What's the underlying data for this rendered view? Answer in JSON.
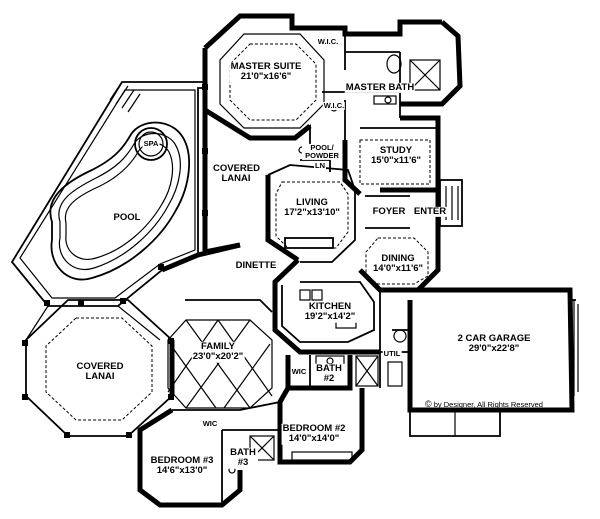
{
  "rooms": {
    "master_suite": {
      "name": "MASTER SUITE",
      "dims": "21'0\"x16'6\""
    },
    "wic_top": {
      "name": "W.I.C."
    },
    "master_bath": {
      "name": "MASTER BATH"
    },
    "wic_mid": {
      "name": "W.I.C."
    },
    "spa": {
      "name": "SPA"
    },
    "pool": {
      "name": "POOL"
    },
    "covered_lanai_top": {
      "name": "COVERED LANAI"
    },
    "pool_powder": {
      "name": "POOL/ POWDER"
    },
    "ln": {
      "name": "LN"
    },
    "study": {
      "name": "STUDY",
      "dims": "15'0\"x11'6\""
    },
    "living": {
      "name": "LIVING",
      "dims": "17'2\"x13'10\""
    },
    "foyer": {
      "name": "FOYER"
    },
    "enter": {
      "name": "ENTER"
    },
    "dining": {
      "name": "DINING",
      "dims": "14'0\"x11'6\""
    },
    "dinette": {
      "name": "DINETTE"
    },
    "kitchen": {
      "name": "KITCHEN",
      "dims": "19'2\"x14'2\""
    },
    "garage": {
      "name": "2 CAR GARAGE",
      "dims": "29'0\"x22'8\""
    },
    "family": {
      "name": "FAMILY",
      "dims": "23'0\"x20'2\""
    },
    "covered_lanai_bottom": {
      "name": "COVERED LANAI"
    },
    "util": {
      "name": "UTIL"
    },
    "wic_bath2": {
      "name": "WIC"
    },
    "bath2": {
      "name": "BATH #2"
    },
    "wic_bed3": {
      "name": "WIC"
    },
    "bedroom2": {
      "name": "BEDROOM #2",
      "dims": "14'0\"x14'0\""
    },
    "bath3": {
      "name": "BATH #3"
    },
    "bedroom3": {
      "name": "BEDROOM #3",
      "dims": "14'6\"x13'0\""
    }
  },
  "copyright": {
    "symbol": "©",
    "text": "by Designer, All Rights Reserved"
  }
}
